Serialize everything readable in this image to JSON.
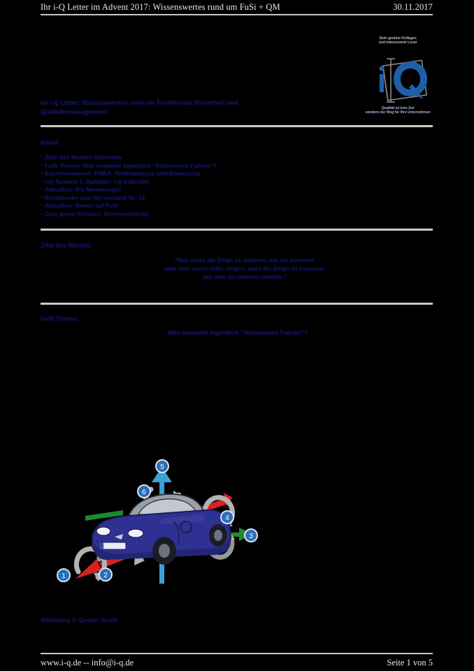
{
  "header": {
    "title": "Ihr i-Q Letter im Advent 2017: Wissenswertes rund um FuSi + QM",
    "date": "30.11.2017"
  },
  "logo": {
    "top_line_1": "Sehr geehrte Kollegen",
    "top_line_2": "und interessierte Leser",
    "wordmark": "i-Q",
    "bottom_line_1": "Qualität ist kein Ziel",
    "bottom_line_2": "sondern der Weg für Ihre Unternehmen"
  },
  "document": {
    "title_line_1": "Im i-Q Letter: Wissenswertes rund um Funktionale Sicherheit und",
    "title_line_2": "Qualitätsmanagement",
    "toc_heading": "Inhalt:",
    "toc_items": [
      "Zitat des Monats Dezember",
      "FuSi Thema: Was bedeutet eigentlich \"Autonomes Fahren\"?",
      "Expertenwissen: FMEA, Risikoanalyse und Bewertung",
      "i-Q Termine 1. Halbjahr: i-Q Kalender",
      "Aktuelles: Die Neuerungen",
      "Rechtsecke zum Normentext Nr. 14",
      "Aktuelles: Neues auf FuSi",
      "Zum guten Schluss: Schmunzelecke"
    ],
    "section_quote_heading": "Zitat des Monats:",
    "quote_line_1": "\"Man muss die Dinge so nehmen, wie sie kommen,",
    "quote_line_2": "aber man muss dafür sorgen, dass die Dinge so kommen,",
    "quote_line_3": "wie man sie nehmen möchte.\"",
    "section_fusi_heading": "FuSi Thema:",
    "section_fusi_subtitle": "Was bedeutet eigentlich \"Autonomes Fahren\"?",
    "figure_caption": "Abbildung 1: Quelle: Grafik"
  },
  "figure": {
    "name": "vehicle-six-degrees-of-freedom-diagram",
    "axis_labels": [
      "1",
      "2",
      "3",
      "4",
      "5",
      "6"
    ],
    "colors": {
      "axis_x": "#d82222",
      "axis_y": "#1f8a2f",
      "axis_z": "#3d9fd4",
      "rotation_arc": "#b0b0b0",
      "badge": "#2b6fb5",
      "car_body": "#2e3192"
    }
  },
  "footer": {
    "contact": "www.i-q.de -- info@i-q.de",
    "page": "Seite 1 von 5"
  },
  "theme": {
    "page_background": "#000000",
    "rule_color": "#cdcdcd",
    "header_text": "#e8e8e8",
    "body_accent": "#16187e"
  }
}
